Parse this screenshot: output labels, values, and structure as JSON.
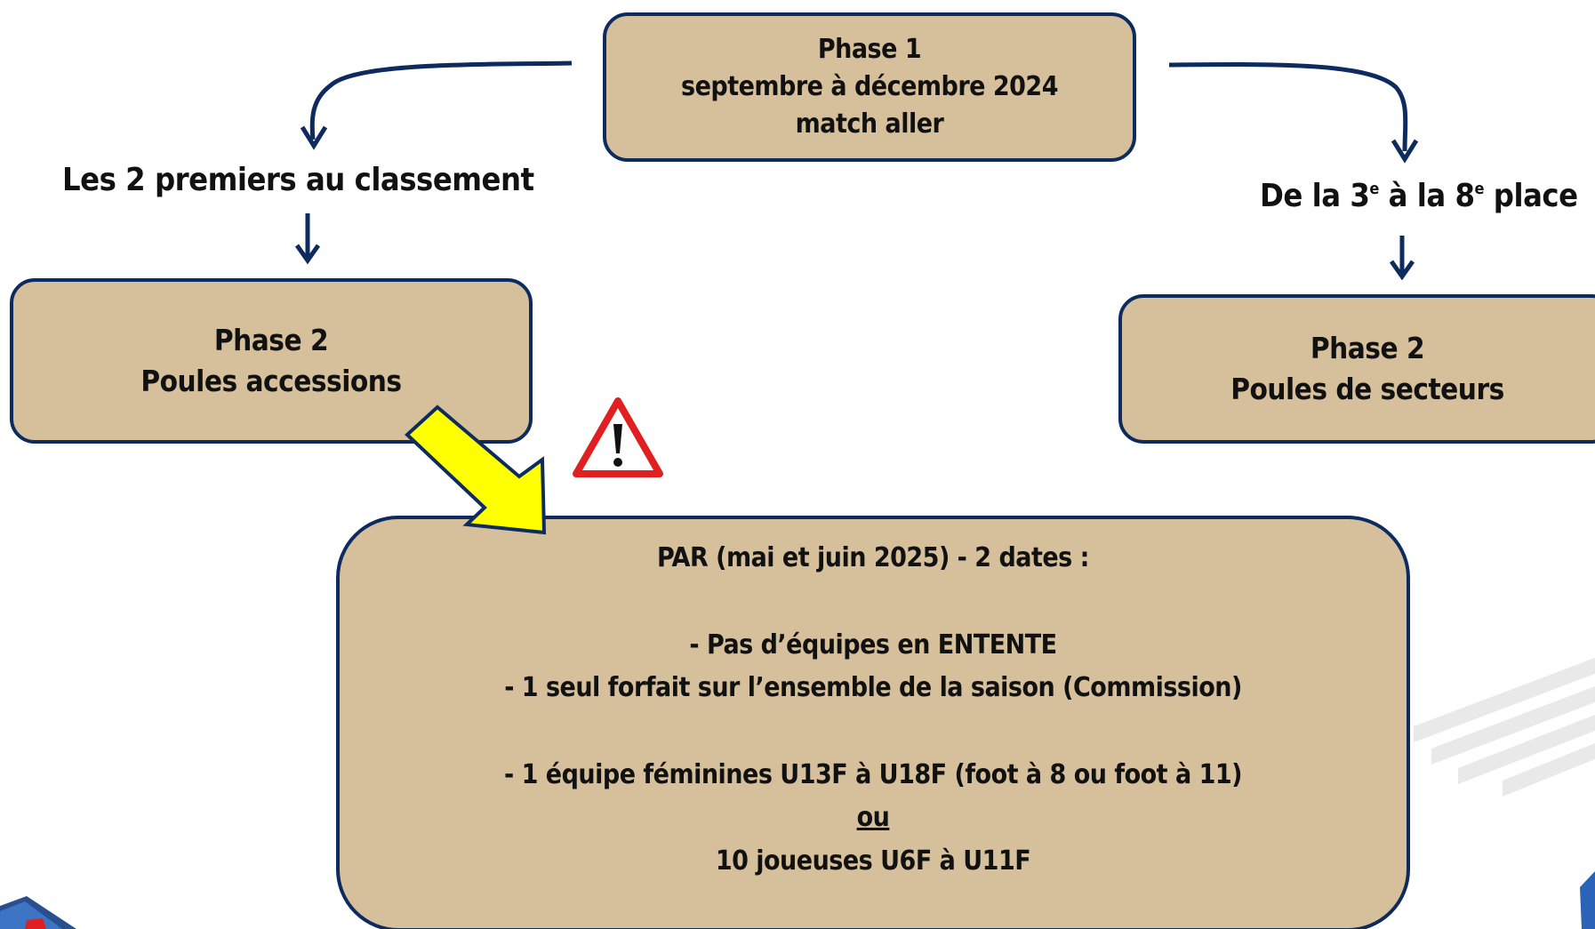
{
  "phase1": {
    "title": "Phase 1",
    "dates": "septembre à décembre 2024",
    "type": "match aller"
  },
  "left_branch": {
    "label": "Les 2 premiers au classement",
    "box": {
      "title": "Phase 2",
      "subtitle": "Poules accessions"
    }
  },
  "right_branch": {
    "label_parts": [
      "De la 3",
      "e",
      " à la 8",
      "e",
      " place"
    ],
    "box": {
      "title": "Phase 2",
      "subtitle": "Poules de secteurs"
    }
  },
  "par": {
    "heading": "PAR (mai et juin 2025) - 2 dates :",
    "rule1": "- Pas d’équipes en ENTENTE",
    "rule2": "- 1 seul forfait sur l’ensemble de la saison (Commission)",
    "rule3": "- 1 équipe féminines U13F à U18F (foot à 8 ou foot à 11)",
    "or": "ou",
    "rule4": "10 joueuses U6F à U11F"
  },
  "colors": {
    "box_fill": "#d6c09c",
    "box_border": "#0d2b5e",
    "arrow": "#0d2b5e",
    "highlight_arrow_fill": "#ffff00",
    "warning_red": "#e02020",
    "stripes": "#e9e9e9"
  },
  "icons": {
    "warning": "warning-triangle-icon",
    "highlight_arrow": "diagonal-arrow-icon"
  }
}
